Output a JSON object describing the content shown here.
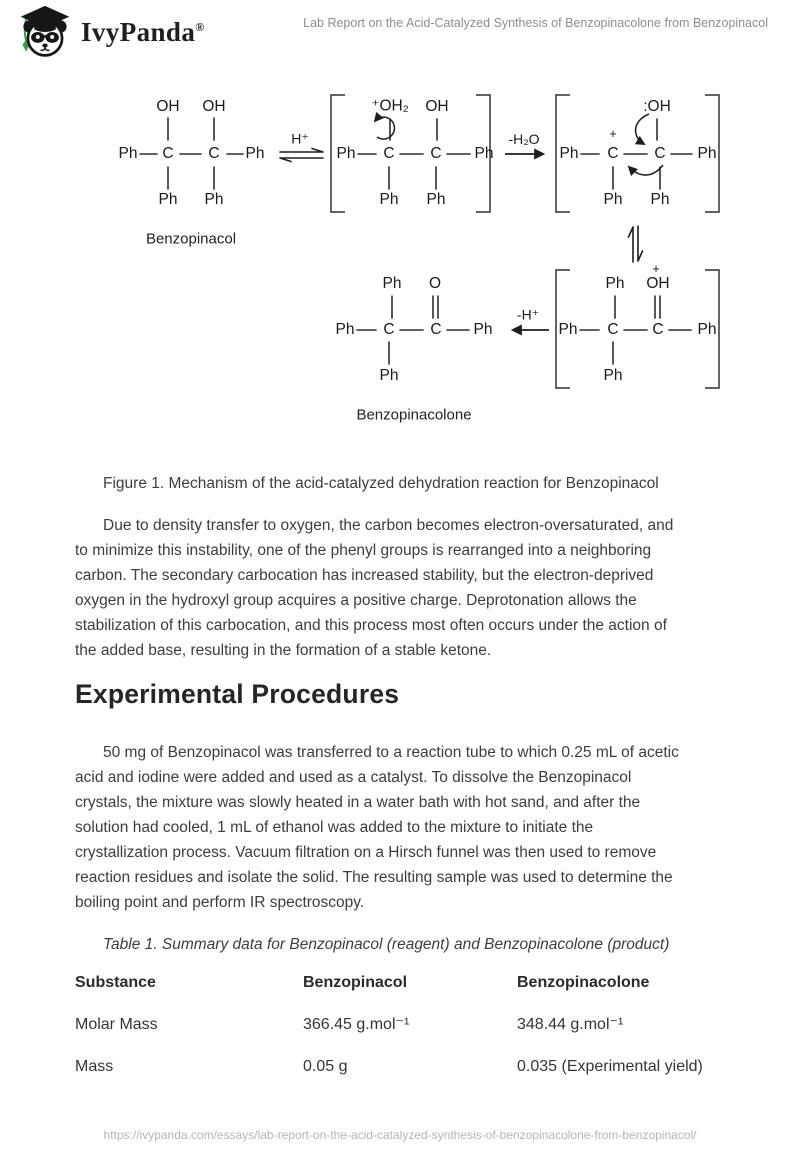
{
  "header": {
    "brand_name": "IvyPanda",
    "registered_mark": "®",
    "doc_title": "Lab Report on the Acid-Catalyzed Synthesis of Benzopinacolone from Benzopinacol"
  },
  "icons": {
    "logo": "panda-graduation-cap-icon"
  },
  "colors": {
    "brand_green": "#3f9e49",
    "brand_black": "#1f1f1f",
    "body_text": "#3d3d3d",
    "muted_gray": "#8e8e8e",
    "footer_gray": "#b5b5b5"
  },
  "figure": {
    "caption": "Figure 1. Mechanism of the acid-catalyzed dehydration reaction for Benzopinacol",
    "reactant_label": "Benzopinacol",
    "product_label": "Benzopinacolone",
    "atoms": {
      "ph": "Ph",
      "c": "C",
      "oh": "OH",
      "o": "O",
      "protonated_oh2": "⁺OH₂",
      "oh_lone_pair": ":OH",
      "plus_charge": "+",
      "h_plus": "H⁺",
      "minus_h2o": "-H₂O",
      "minus_h_plus": "-H⁺"
    }
  },
  "content": {
    "paragraph1": "Due to density transfer to oxygen, the carbon becomes electron-oversaturated, and\nto minimize this instability, one of the phenyl groups is rearranged into a neighboring\ncarbon. The secondary carbocation has increased stability, but the electron-deprived\noxygen in the hydroxyl group acquires a positive charge. Deprotonation allows the\nstabilization of this carbocation, and this process most often occurs under the action of\nthe added base, resulting in the formation of a stable ketone.",
    "section_heading": "Experimental Procedures",
    "paragraph2": "50 mg of Benzopinacol was transferred to a reaction tube to which 0.25 mL of acetic\nacid and iodine were added and used as a catalyst. To dissolve the Benzopinacol\ncrystals, the mixture was slowly heated in a water bath with hot sand, and after the\nsolution had cooled, 1 mL of ethanol was added to the mixture to initiate the\ncrystallization process. Vacuum filtration on a Hirsch funnel was then used to remove\nreaction residues and isolate the solid. The resulting sample was used to determine the\nboiling point and perform IR spectroscopy."
  },
  "table": {
    "caption": "Table 1. Summary data for Benzopinacol (reagent) and Benzopinacolone (product)",
    "col_headers": [
      "Substance",
      "Benzopinacol",
      "Benzopinacolone"
    ],
    "rows": [
      {
        "label": "Molar Mass",
        "benzopinacol": "366.45 g.mol⁻¹",
        "benzopinacolone": "348.44 g.mol⁻¹"
      },
      {
        "label": "Mass",
        "benzopinacol": "0.05 g",
        "benzopinacolone": "0.035 (Experimental yield)"
      }
    ]
  },
  "footer": {
    "source_url": "https://ivypanda.com/essays/lab-report-on-the-acid-catalyzed-synthesis-of-benzopinacolone-from-benzopinacol/"
  }
}
